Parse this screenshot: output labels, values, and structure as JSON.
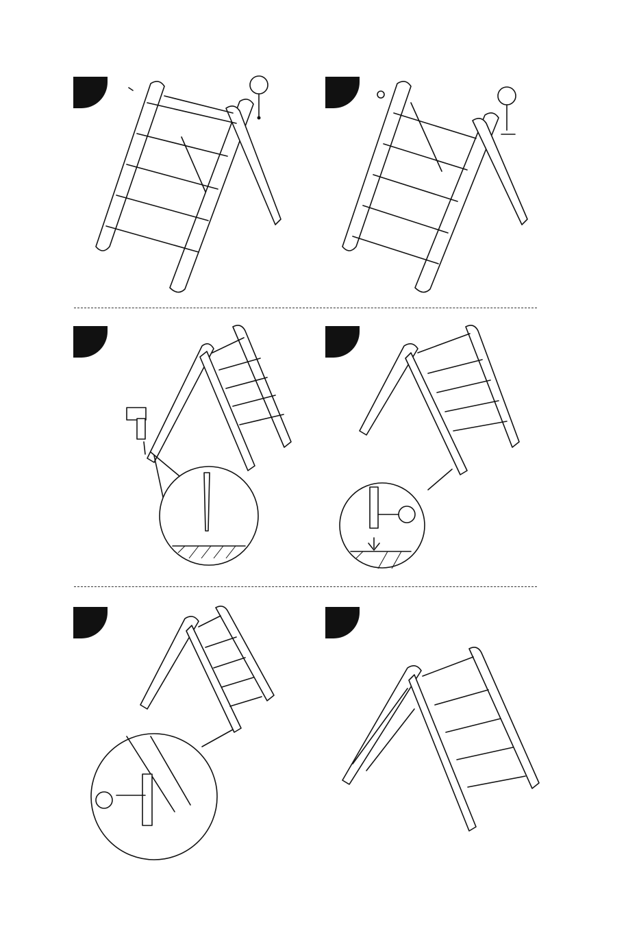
{
  "steps": [
    {
      "id": "step-1",
      "badge": ""
    },
    {
      "id": "step-2",
      "badge": ""
    },
    {
      "id": "step-3",
      "badge": ""
    },
    {
      "id": "step-4",
      "badge": ""
    },
    {
      "id": "step-5",
      "badge": ""
    },
    {
      "id": "step-6",
      "badge": ""
    }
  ],
  "colors": {
    "ink": "#111111",
    "paper": "#ffffff"
  }
}
